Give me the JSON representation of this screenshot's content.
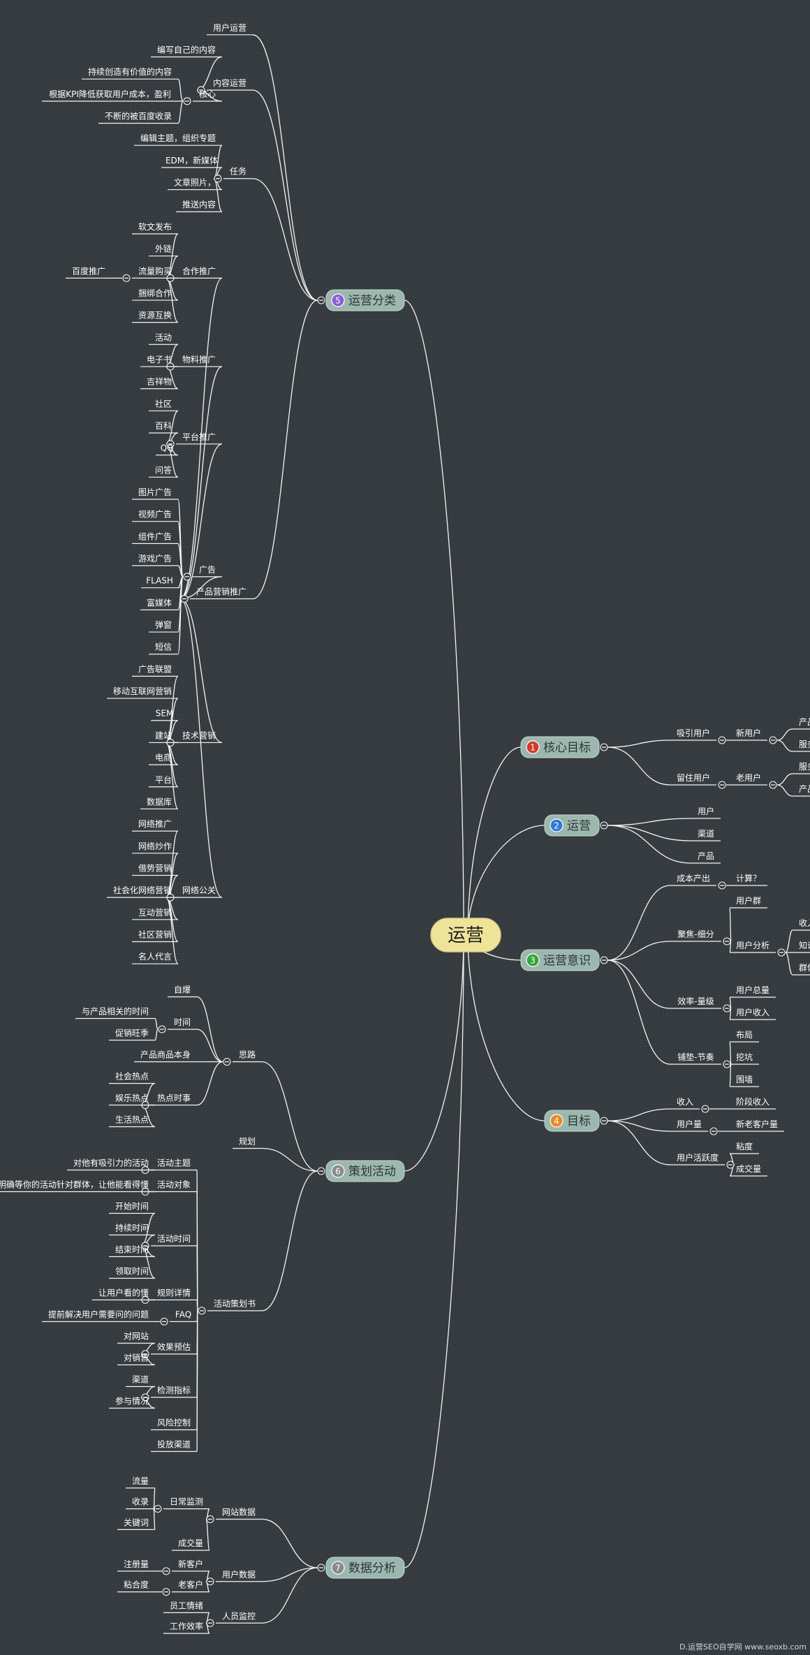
{
  "root": "运营",
  "watermark": "D.运营SEO自学网 www.seoxb.com",
  "colors": {
    "root": "#efe39a",
    "branch": "#9cb8ae",
    "line": "#f4f4f4",
    "bg": "#353a3e"
  },
  "branches": [
    {
      "id": "b5",
      "num": "5",
      "label": "运营分类",
      "side": "left",
      "color": "#8a5cd8",
      "children": [
        {
          "label": "用户运营"
        },
        {
          "label": "内容运营",
          "children": [
            {
              "label": "编写自己的内容"
            },
            {
              "label": "核心",
              "children": [
                {
                  "label": "持续创造有价值的内容"
                },
                {
                  "label": "根据KPI降低获取用户成本，盈利"
                },
                {
                  "label": "不断的被百度收录"
                }
              ]
            }
          ]
        },
        {
          "label": "任务",
          "children": [
            {
              "label": "编辑主题，组织专题"
            },
            {
              "label": "EDM，新媒体"
            },
            {
              "label": "文章照片，"
            },
            {
              "label": "推送内容"
            }
          ]
        },
        {
          "label": "产品营销推广",
          "children": [
            {
              "label": "合作推广",
              "children": [
                {
                  "label": "软文发布"
                },
                {
                  "label": "外链"
                },
                {
                  "label": "流量购买",
                  "children": [
                    {
                      "label": "百度推广"
                    }
                  ]
                },
                {
                  "label": "捆绑合作"
                },
                {
                  "label": "资源互换"
                }
              ]
            },
            {
              "label": "物料推广",
              "children": [
                {
                  "label": "活动"
                },
                {
                  "label": "电子书"
                },
                {
                  "label": "吉祥物"
                }
              ]
            },
            {
              "label": "平台推广",
              "children": [
                {
                  "label": "社区"
                },
                {
                  "label": "百科"
                },
                {
                  "label": "QQ"
                },
                {
                  "label": "问答"
                }
              ]
            },
            {
              "label": "广告",
              "children": [
                {
                  "label": "图片广告"
                },
                {
                  "label": "视频广告"
                },
                {
                  "label": "组件广告"
                },
                {
                  "label": "游戏广告"
                },
                {
                  "label": "FLASH"
                },
                {
                  "label": "富媒体"
                },
                {
                  "label": "弹窗"
                },
                {
                  "label": "短信"
                }
              ]
            },
            {
              "label": "技术营销",
              "children": [
                {
                  "label": "广告联盟"
                },
                {
                  "label": "移动互联网营销"
                },
                {
                  "label": "SEM"
                },
                {
                  "label": "建站"
                },
                {
                  "label": "电商"
                },
                {
                  "label": "平台"
                },
                {
                  "label": "数据库"
                }
              ]
            },
            {
              "label": "网络公关",
              "children": [
                {
                  "label": "网络推广"
                },
                {
                  "label": "网络炒作"
                },
                {
                  "label": "借势营销"
                },
                {
                  "label": "社会化网络营销"
                },
                {
                  "label": "互动营销"
                },
                {
                  "label": "社区营销"
                },
                {
                  "label": "名人代言"
                }
              ]
            }
          ]
        }
      ]
    },
    {
      "id": "b6",
      "num": "6",
      "label": "策划活动",
      "side": "left",
      "color": "#8a8a8a",
      "children": [
        {
          "label": "思路",
          "children": [
            {
              "label": "自爆"
            },
            {
              "label": "时间",
              "children": [
                {
                  "label": "与产品相关的时间"
                },
                {
                  "label": "促销旺季"
                }
              ]
            },
            {
              "label": "产品商品本身"
            },
            {
              "label": "热点时事",
              "children": [
                {
                  "label": "社会热点"
                },
                {
                  "label": "娱乐热点"
                },
                {
                  "label": "生活热点"
                }
              ]
            }
          ]
        },
        {
          "label": "规划"
        },
        {
          "label": "活动策划书",
          "children": [
            {
              "label": "活动主题",
              "children": [
                {
                  "label": "对他有吸引力的活动"
                }
              ]
            },
            {
              "label": "活动对象",
              "children": [
                {
                  "label": "明确等你的活动针对群体，让他能看得懂"
                }
              ]
            },
            {
              "label": "活动时间",
              "children": [
                {
                  "label": "开始时间"
                },
                {
                  "label": "持续时间"
                },
                {
                  "label": "结束时间"
                },
                {
                  "label": "领取时间"
                }
              ]
            },
            {
              "label": "规则详情",
              "children": [
                {
                  "label": "让用户看的懂"
                }
              ]
            },
            {
              "label": "FAQ",
              "children": [
                {
                  "label": "提前解决用户需要问的问题"
                }
              ]
            },
            {
              "label": "效果预估",
              "children": [
                {
                  "label": "对网站"
                },
                {
                  "label": "对销售"
                }
              ]
            },
            {
              "label": "检测指标",
              "children": [
                {
                  "label": "渠道"
                },
                {
                  "label": "参与情况"
                }
              ]
            },
            {
              "label": "风险控制"
            },
            {
              "label": "投放渠道"
            }
          ]
        }
      ]
    },
    {
      "id": "b7",
      "num": "7",
      "label": "数据分析",
      "side": "left",
      "color": "#8a8a8a",
      "children": [
        {
          "label": "网站数据",
          "children": [
            {
              "label": "日常监测",
              "children": [
                {
                  "label": "流量"
                },
                {
                  "label": "收录"
                },
                {
                  "label": "关键词"
                }
              ]
            },
            {
              "label": "成交量"
            }
          ]
        },
        {
          "label": "用户数据",
          "children": [
            {
              "label": "新客户",
              "children": [
                {
                  "label": "注册量"
                }
              ]
            },
            {
              "label": "老客户",
              "children": [
                {
                  "label": "粘合度"
                }
              ]
            }
          ]
        },
        {
          "label": "人员监控",
          "children": [
            {
              "label": "员工情绪"
            },
            {
              "label": "工作效率"
            }
          ]
        }
      ]
    },
    {
      "id": "b1",
      "num": "1",
      "label": "核心目标",
      "side": "right",
      "color": "#d0392c",
      "children": [
        {
          "label": "吸引用户",
          "children": [
            {
              "label": "新用户",
              "children": [
                {
                  "label": "产品"
                },
                {
                  "label": "服务"
                }
              ]
            }
          ]
        },
        {
          "label": "留住用户",
          "children": [
            {
              "label": "老用户",
              "children": [
                {
                  "label": "服务"
                },
                {
                  "label": "产品"
                }
              ]
            }
          ]
        }
      ]
    },
    {
      "id": "b2",
      "num": "2",
      "label": "运营",
      "side": "right",
      "color": "#2f79d6",
      "children": [
        {
          "label": "用户"
        },
        {
          "label": "渠道"
        },
        {
          "label": "产品"
        }
      ]
    },
    {
      "id": "b3",
      "num": "3",
      "label": "运营意识",
      "side": "right",
      "color": "#35a43c",
      "children": [
        {
          "label": "成本产出",
          "children": [
            {
              "label": "计算？"
            }
          ]
        },
        {
          "label": "聚焦-细分",
          "children": [
            {
              "label": "用户群"
            },
            {
              "label": "用户分析",
              "children": [
                {
                  "label": "收入"
                },
                {
                  "label": "知识"
                },
                {
                  "label": "群体分布"
                }
              ]
            }
          ]
        },
        {
          "label": "效率-量级",
          "children": [
            {
              "label": "用户总量"
            },
            {
              "label": "用户收入"
            }
          ]
        },
        {
          "label": "铺垫-节奏",
          "children": [
            {
              "label": "布局"
            },
            {
              "label": "挖坑"
            },
            {
              "label": "围墙"
            }
          ]
        }
      ]
    },
    {
      "id": "b4",
      "num": "4",
      "label": "目标",
      "side": "right",
      "color": "#ea8a1e",
      "children": [
        {
          "label": "收入",
          "children": [
            {
              "label": "阶段收入"
            }
          ]
        },
        {
          "label": "用户量",
          "children": [
            {
              "label": "新老客户量"
            }
          ]
        },
        {
          "label": "用户活跃度",
          "children": [
            {
              "label": "粘度"
            },
            {
              "label": "成交量"
            }
          ]
        }
      ]
    }
  ]
}
